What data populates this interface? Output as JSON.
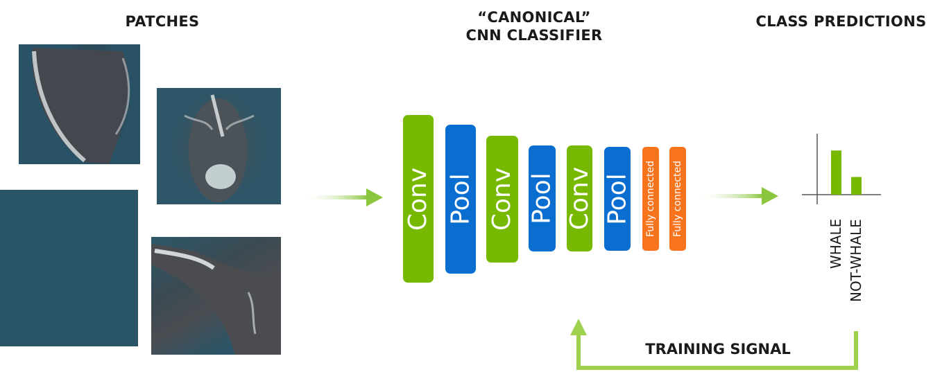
{
  "titles": {
    "patches": "PATCHES",
    "cnn_line1": "“CANONICAL”",
    "cnn_line2": "CNN CLASSIFIER",
    "class_predictions": "CLASS PREDICTIONS"
  },
  "layers": [
    {
      "label": "Conv",
      "kind": "conv"
    },
    {
      "label": "Pool",
      "kind": "pool"
    },
    {
      "label": "Conv",
      "kind": "conv"
    },
    {
      "label": "Pool",
      "kind": "pool"
    },
    {
      "label": "Conv",
      "kind": "conv"
    },
    {
      "label": "Pool",
      "kind": "pool"
    },
    {
      "label": "Fully connected",
      "kind": "fc"
    },
    {
      "label": "Fully connected",
      "kind": "fc"
    }
  ],
  "predictions": {
    "bars": [
      {
        "label": "WHALE",
        "value": 0.75
      },
      {
        "label": "NOT-WHALE",
        "value": 0.3
      }
    ]
  },
  "training_signal": "TRAINING SIGNAL",
  "colors": {
    "conv": "#76b900",
    "pool": "#0a6ed1",
    "fc": "#f7731c",
    "arrow": "#8cc63f",
    "ocean": "#295567"
  }
}
